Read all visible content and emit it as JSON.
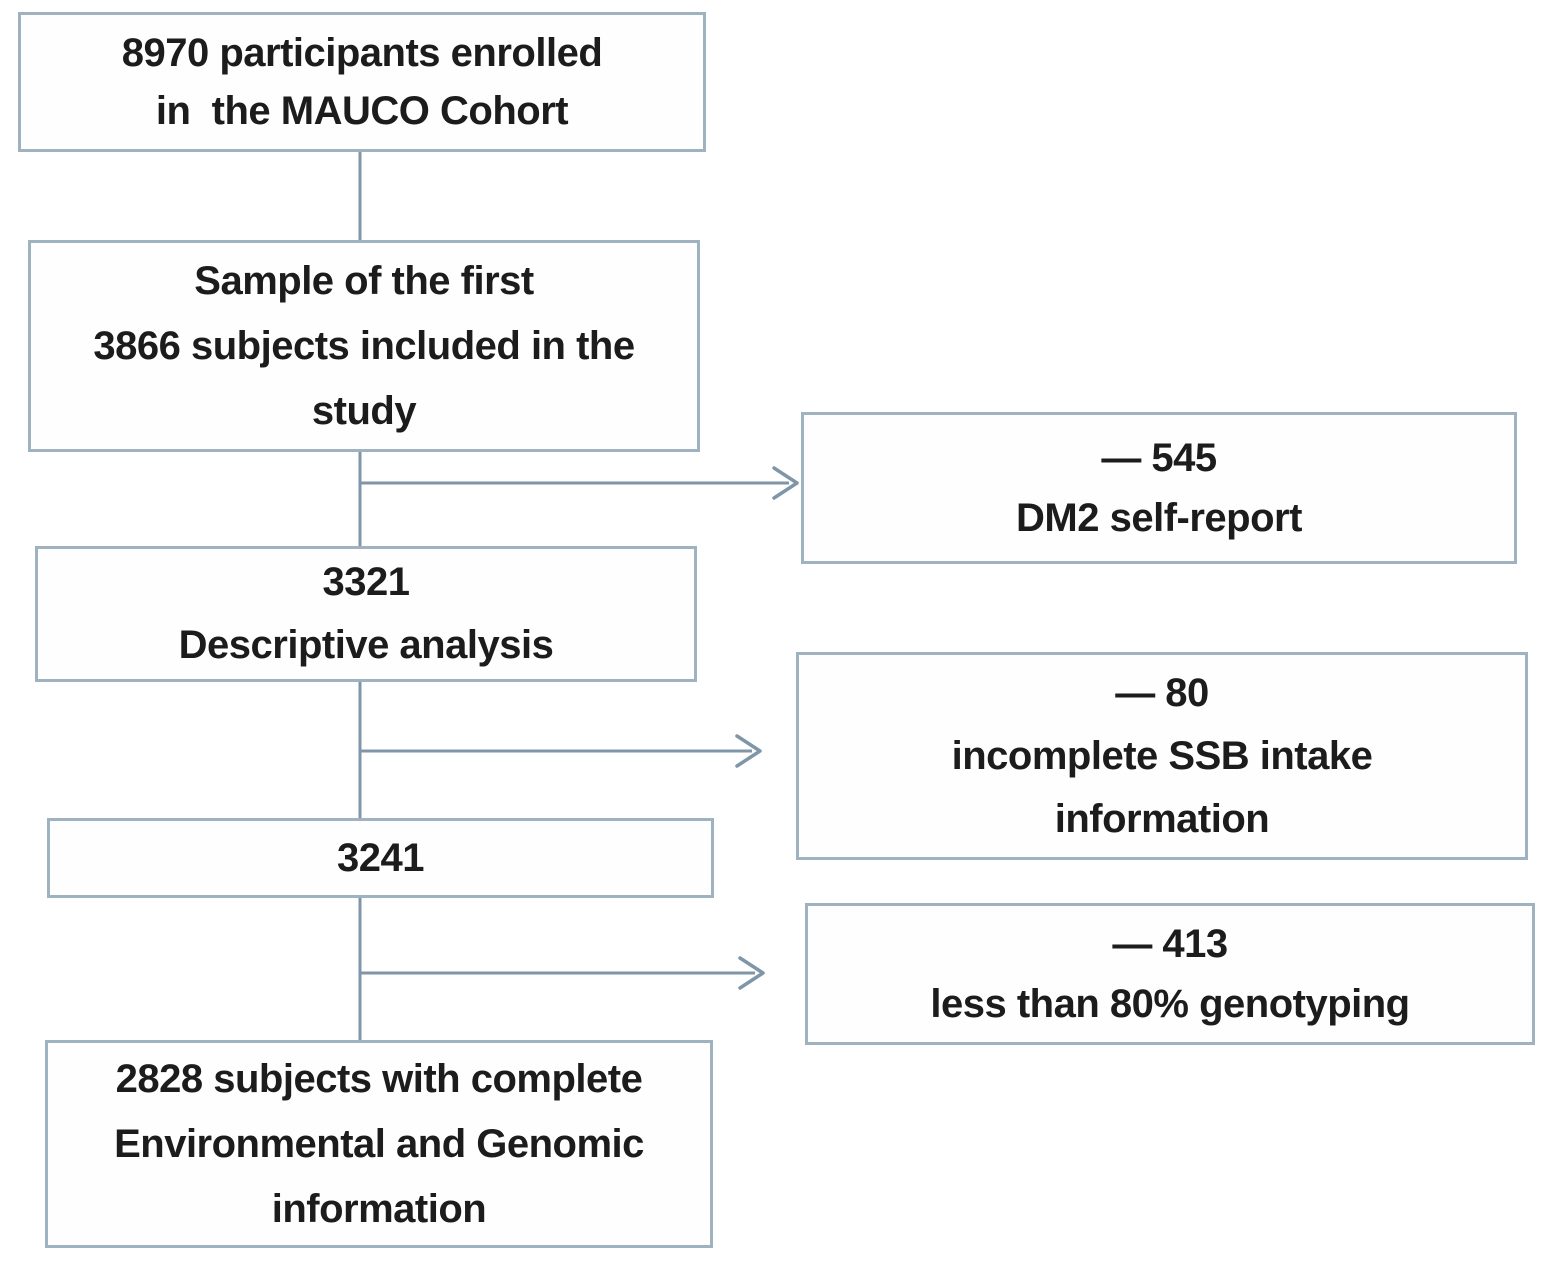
{
  "colors": {
    "page_bg": "#ffffff",
    "box_bg": "#fefefe",
    "box_border": "#9fb2c0",
    "connector": "#7f96a9",
    "text": "#1c1c1c"
  },
  "flow": {
    "main_boxes": [
      {
        "lines": [
          "8970 participants enrolled",
          "in  the MAUCO Cohort"
        ]
      },
      {
        "lines": [
          "Sample of the first",
          "3866 subjects included in the",
          "study"
        ]
      },
      {
        "lines": [
          "3321",
          "Descriptive analysis"
        ]
      },
      {
        "lines": [
          "3241"
        ]
      },
      {
        "lines": [
          "2828 subjects with complete",
          "Environmental and Genomic",
          "information"
        ]
      }
    ],
    "exclusion_boxes": [
      {
        "lines": [
          "— 545",
          "DM2 self-report"
        ]
      },
      {
        "lines": [
          "— 80",
          "incomplete SSB intake",
          "information"
        ]
      },
      {
        "lines": [
          "— 413",
          "less than 80% genotyping"
        ]
      }
    ]
  }
}
